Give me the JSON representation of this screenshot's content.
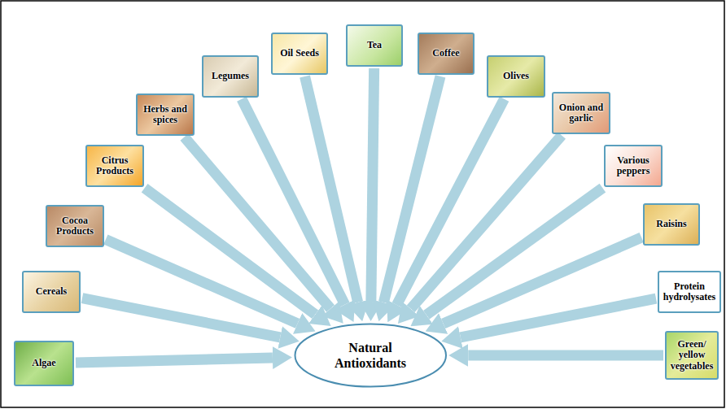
{
  "diagram": {
    "nodes": [
      {
        "text": [
          "Algae"
        ]
      },
      {
        "text": [
          "Cereals"
        ]
      },
      {
        "text": [
          "Cocoa Products"
        ]
      },
      {
        "text": [
          "Citrus Products"
        ]
      },
      {
        "text": [
          "Herbs and spices"
        ]
      },
      {
        "text": [
          "Legumes"
        ]
      },
      {
        "text": [
          "Oil Seeds"
        ]
      },
      {
        "text": [
          "Tea"
        ]
      },
      {
        "text": [
          "Coffee"
        ]
      },
      {
        "text": [
          "Olives"
        ]
      },
      {
        "text": [
          "Onion and garlic"
        ]
      },
      {
        "text": [
          "Various peppers"
        ]
      },
      {
        "text": [
          "Raisins"
        ]
      },
      {
        "text": [
          "Protein hydrolysates"
        ]
      },
      {
        "text": [
          "Green/ yellow vegetables"
        ]
      },
      {
        "text": [
          "Natural Antioxidants"
        ]
      }
    ],
    "edges": [
      {
        "from": 0,
        "to": 15,
        "arrow": "to"
      },
      {
        "from": 1,
        "to": 15,
        "arrow": "to"
      },
      {
        "from": 2,
        "to": 15,
        "arrow": "to"
      },
      {
        "from": 3,
        "to": 15,
        "arrow": "to"
      },
      {
        "from": 4,
        "to": 15,
        "arrow": "to"
      },
      {
        "from": 5,
        "to": 15,
        "arrow": "to"
      },
      {
        "from": 6,
        "to": 15,
        "arrow": "to"
      },
      {
        "from": 7,
        "to": 15,
        "arrow": "to"
      },
      {
        "from": 8,
        "to": 15,
        "arrow": "to"
      },
      {
        "from": 9,
        "to": 15,
        "arrow": "to"
      },
      {
        "from": 10,
        "to": 15,
        "arrow": "to"
      },
      {
        "from": 11,
        "to": 15,
        "arrow": "to"
      },
      {
        "from": 12,
        "to": 15,
        "arrow": "to"
      },
      {
        "from": 13,
        "to": 15,
        "arrow": "to"
      },
      {
        "from": 14,
        "to": 15,
        "arrow": "to"
      }
    ]
  }
}
